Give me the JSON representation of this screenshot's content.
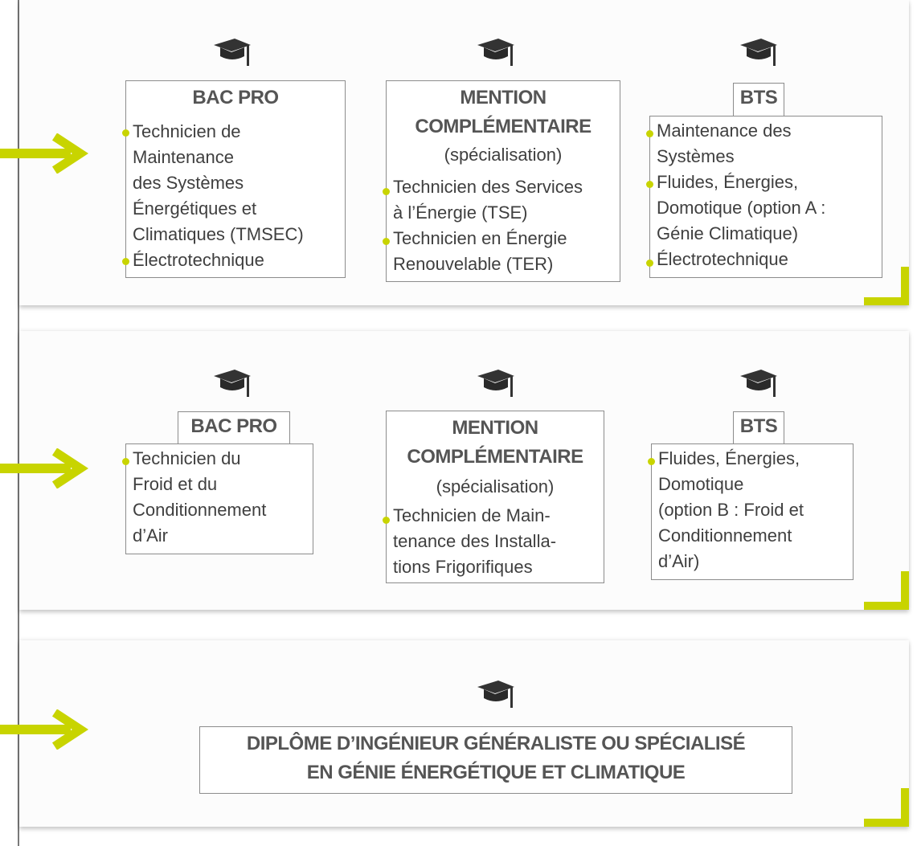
{
  "colors": {
    "accent": "#c8d400",
    "text": "#3f3f3f",
    "border": "#8c8c8c"
  },
  "icons": {
    "arrow": "right-arrow-icon",
    "cap": "graduation-cap-icon",
    "corner": "corner-bracket-icon"
  },
  "row1": {
    "bac_pro": {
      "title": "BAC PRO",
      "items": [
        "Technicien de\nMaintenance\ndes Systèmes\nÉnergétiques et\nClimatiques (TMSEC)",
        "Électrotechnique"
      ]
    },
    "mention": {
      "title_line1": "MENTION",
      "title_line2": "COMPLÉMENTAIRE",
      "subtitle": "(spécialisation)",
      "items": [
        "Technicien des Services\nà l’Énergie (TSE)",
        "Technicien en Énergie\nRenouvelable (TER)"
      ]
    },
    "bts": {
      "title": "BTS",
      "items": [
        "Maintenance des\nSystèmes",
        "Fluides, Énergies,\nDomotique (option A :\nGénie Climatique)",
        "Électrotechnique"
      ]
    }
  },
  "row2": {
    "bac_pro": {
      "title": "BAC PRO",
      "items": [
        "Technicien du\nFroid et du\nConditionnement\nd’Air"
      ]
    },
    "mention": {
      "title_line1": "MENTION",
      "title_line2": "COMPLÉMENTAIRE",
      "subtitle": "(spécialisation)",
      "items": [
        "Technicien de Main-\ntenance des Installa-\ntions Frigorifiques"
      ]
    },
    "bts": {
      "title": "BTS",
      "items": [
        "Fluides, Énergies,\nDomotique\n(option B : Froid et\nConditionnement\nd’Air)"
      ]
    }
  },
  "row3": {
    "title_line1": "DIPLÔME D’INGÉNIEUR GÉNÉRALISTE OU SPÉCIALISÉ",
    "title_line2": "EN GÉNIE ÉNERGÉTIQUE ET CLIMATIQUE"
  }
}
